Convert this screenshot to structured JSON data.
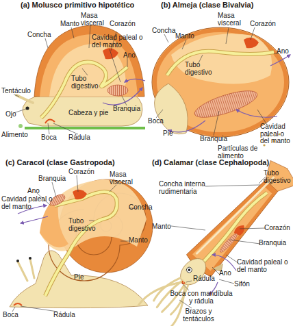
{
  "diagram": {
    "labels": [
      "(a) Molusco primitivo hipotético",
      "Masa visceral",
      "Corazón",
      "Manto",
      "Concha",
      "Cavidad paleal o del manto",
      "Ano",
      "Tubo digestivo",
      "Tentáculo",
      "Ojo",
      "Branquia",
      "Cabeza y pie",
      "Alimento",
      "Boca",
      "Rádula",
      "(b) Almeja (clase Bivalvia)",
      "Masa visceral",
      "Corazón",
      "Concha",
      "Manto",
      "Tubo digestivo",
      "Ano",
      "Boca",
      "Pie",
      "Branquia",
      "Cavidad paleal o del manto",
      "Partículas de alimento",
      "(c) Caracol (clase Gastropoda)",
      "Corazón",
      "Branquia",
      "Masa visceral",
      "Ano",
      "Cavidad paleal o del manto",
      "Tubo digestivo",
      "Concha",
      "Manto",
      "Pie",
      "Boca",
      "Rádula",
      "(d) Calamar (clase Cephalopoda)",
      "Tubo digestivo",
      "Concha interna rudimentaria",
      "Manto",
      "Corazón",
      "Branquia",
      "Cavidad paleal o del manto",
      "Ano",
      "Sifón",
      "Rádula",
      "Boca con mandíbula y rádula",
      "Brazos y tentáculos"
    ]
  }
}
